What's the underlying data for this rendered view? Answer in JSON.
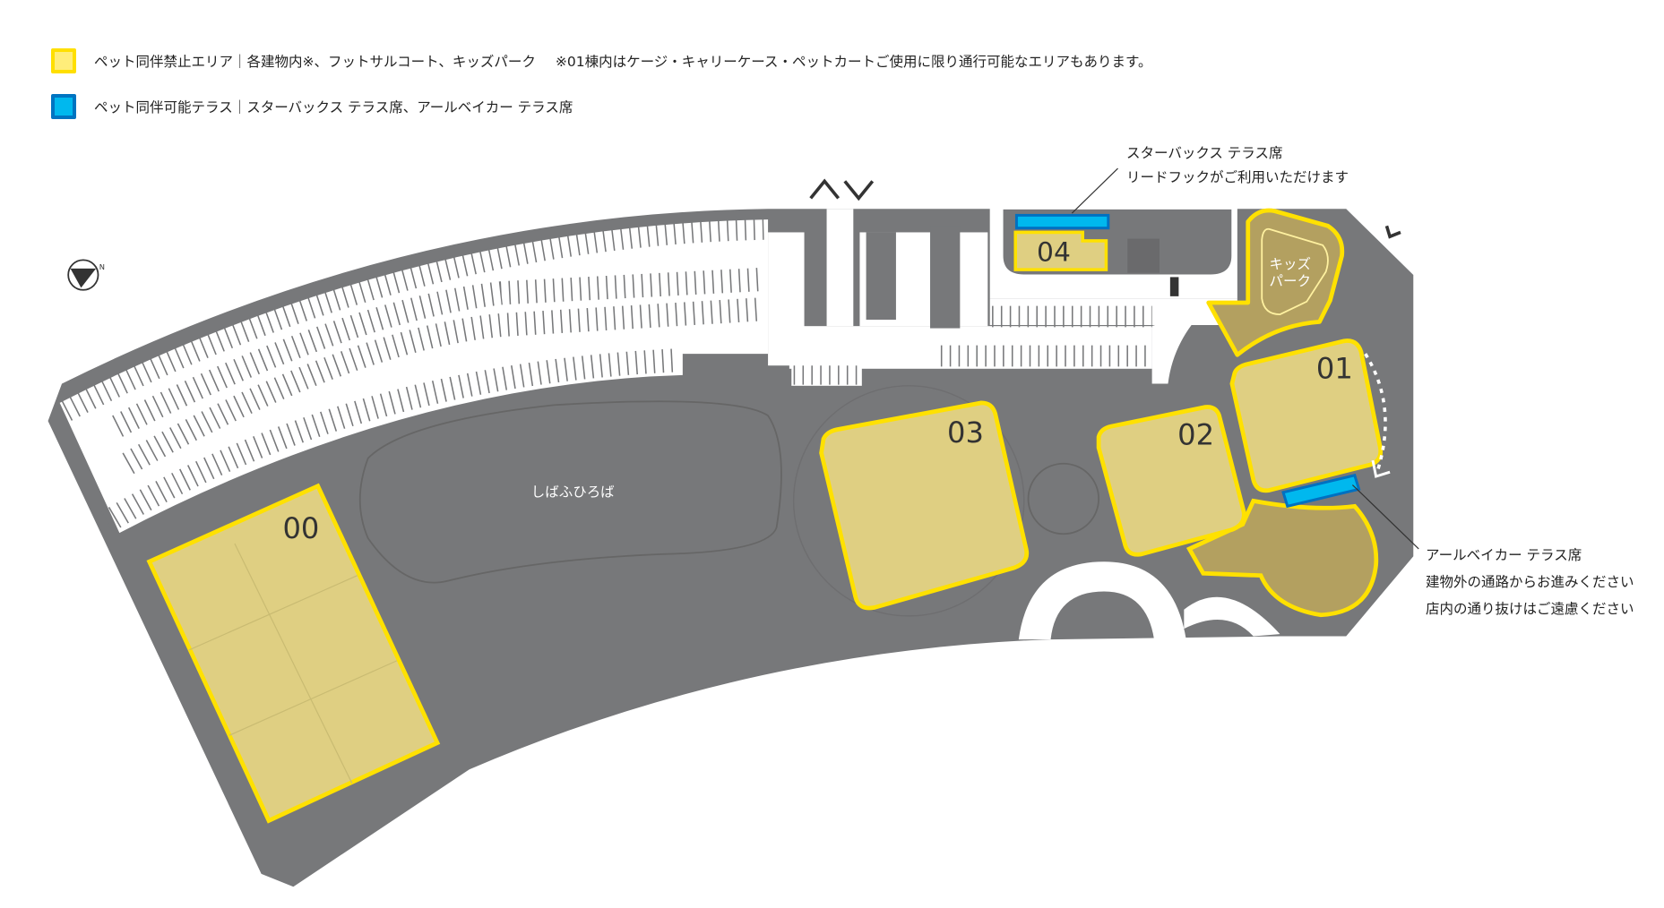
{
  "legend": {
    "no_pets": {
      "label": "ペット同伴禁止エリア｜各建物内※、フットサルコート、キッズパーク",
      "note": "※01棟内はケージ・キャリーケース・ペットカートご使用に限り通行可能なエリアもあります。",
      "color": "#ffe100"
    },
    "pets_ok": {
      "label": "ペット同伴可能テラス｜スターバックス テラス席、アールベイカー テラス席",
      "color": "#00b8ee"
    }
  },
  "callouts": {
    "starbucks": {
      "line1": "スターバックス テラス席",
      "line2": "リードフックがご利用いただけます"
    },
    "rbaker": {
      "line1": "アールベイカー テラス席",
      "line2": "建物外の通路からお進みください",
      "line3": "店内の通り抜けはご遠慮ください"
    }
  },
  "map": {
    "buildings": [
      "00",
      "01",
      "02",
      "03",
      "04"
    ],
    "kids_park": "キッズパーク",
    "kids_park_line1": "キッズ",
    "kids_park_line2": "パーク",
    "lawn_plaza": "しばふひろば",
    "compass": "N",
    "colors": {
      "ground": "#77787a",
      "no_pet_fill": "#dfcf82",
      "no_pet_stroke": "#ffe100",
      "terrace": "#b3a060",
      "terrace_blue": "#00b8ee",
      "terrace_blue_border": "#0070c0"
    }
  }
}
